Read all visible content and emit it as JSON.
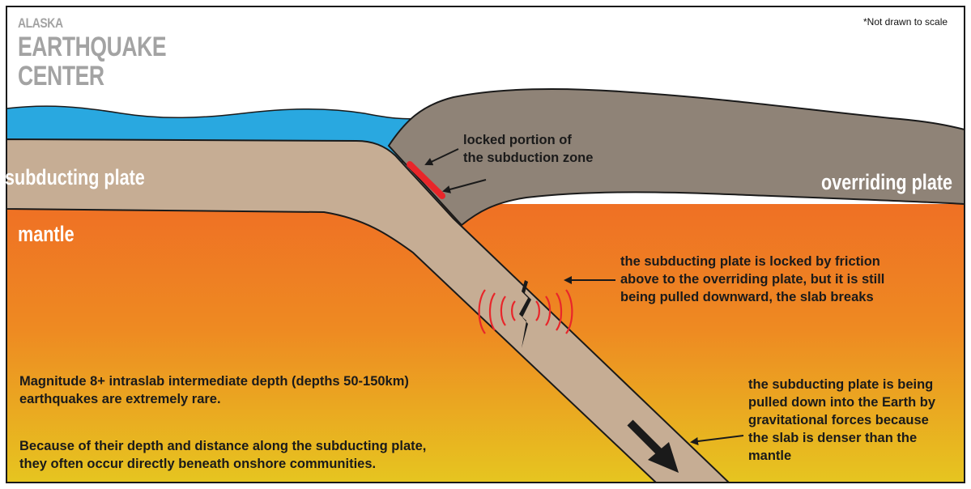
{
  "logo": {
    "line1": "ALASKA",
    "line2": "EARTHQUAKE",
    "line3": "CENTER"
  },
  "scale_note": "*Not drawn to scale",
  "labels": {
    "subducting_plate": "subducting plate",
    "overriding_plate": "overriding plate",
    "mantle": "mantle"
  },
  "annotations": {
    "locked_portion": [
      "locked portion of",
      "the subduction zone"
    ],
    "slab_breaks": [
      "the subducting plate is locked by friction",
      "above to the overriding plate, but it is still",
      "being pulled downward, the slab breaks"
    ],
    "gravitational": [
      "the subducting plate is being",
      "pulled down into the Earth by",
      "gravitational forces because",
      "the slab is denser than the",
      "mantle"
    ],
    "magnitude": [
      "Magnitude 8+ intraslab intermediate depth (depths 50-150km)",
      "earthquakes are extremely rare."
    ],
    "depth": [
      "Because of their depth and distance along the subducting plate,",
      "they often occur directly beneath onshore communities."
    ]
  },
  "colors": {
    "sky": "#ffffff",
    "water": "#29a8e0",
    "subducting_plate": "#c6ad94",
    "overriding_plate": "#8f8377",
    "mantle_top": "#ef7024",
    "mantle_bottom": "#e5c420",
    "locked_zone": "#e8262a",
    "seismic_waves": "#e8262a",
    "arrow": "#1a1a1a"
  }
}
